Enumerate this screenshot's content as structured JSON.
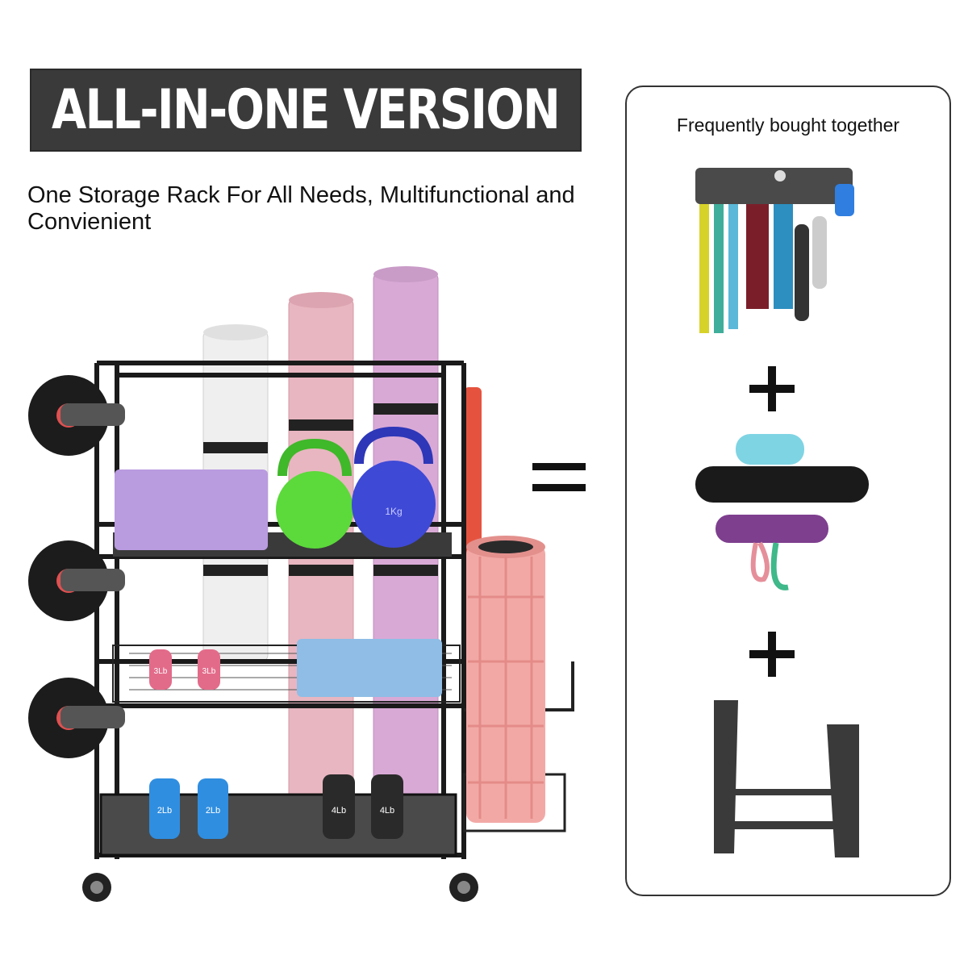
{
  "banner": {
    "title": "ALL-IN-ONE VERSION"
  },
  "tagline": {
    "text": "One Storage Rack For All Needs, Multifunctional and Convienient"
  },
  "panel": {
    "title": "Frequently bought together"
  },
  "products": {
    "dumbbell_labels": [
      "2Lb",
      "2Lb",
      "4Lb",
      "4Lb"
    ],
    "kettlebell_label": "1Kg",
    "upper_dumbbells": [
      "3Lb",
      "3Lb"
    ]
  },
  "colors": {
    "banner_bg": "#3a3a3a",
    "rack_black": "#1a1a1a",
    "mat_white": "#efefef",
    "mat_pink": "#e8b6c0",
    "mat_lavender": "#d9a9d6",
    "block_purple": "#b99be0",
    "block_blue": "#8fbde6",
    "kettlebell_green": "#5cd93b",
    "kettlebell_blue": "#3e49d6",
    "foam_roller_pink": "#f2a9a6"
  },
  "icons": [
    "equals-icon",
    "plus-icon",
    "plus-icon"
  ]
}
